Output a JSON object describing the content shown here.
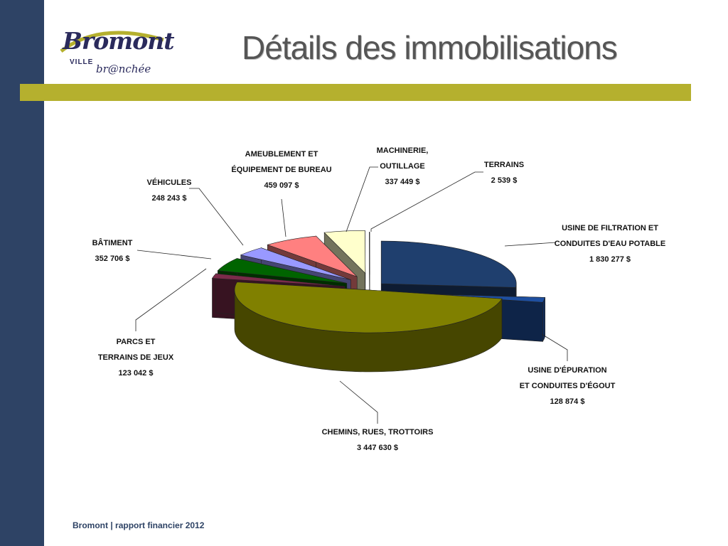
{
  "page": {
    "title": "Détails des immobilisations",
    "footer": "Bromont | rapport financier 2012"
  },
  "logo": {
    "script": "Bromont",
    "ville": "VILLE",
    "tagline": "br@nchée"
  },
  "colors": {
    "sidebar": "#2e4365",
    "accent_bar": "#b5b02e"
  },
  "chart_data": {
    "type": "pie",
    "title": "",
    "slices": [
      {
        "label_lines": [
          "USINE DE FILTRATION ET",
          "CONDUITES D'EAU POTABLE",
          "1  830 277 $"
        ],
        "value": 1830277,
        "color": "#1f3f6e"
      },
      {
        "label_lines": [
          "USINE D'ÉPURATION",
          "ET CONDUITES D'ÉGOUT",
          "128 874 $"
        ],
        "value": 128874,
        "color": "#1e4fa0"
      },
      {
        "label_lines": [
          "CHEMINS, RUES, TROTTOIRS",
          "3 447 630 $"
        ],
        "value": 3447630,
        "color": "#808000"
      },
      {
        "label_lines": [
          "PARCS ET",
          "TERRAINS DE JEUX",
          "123 042 $"
        ],
        "value": 123042,
        "color": "#7b2b4a"
      },
      {
        "label_lines": [
          "BÂTIMENT",
          "352 706 $"
        ],
        "value": 352706,
        "color": "#006400"
      },
      {
        "label_lines": [
          "VÉHICULES",
          "248 243 $"
        ],
        "value": 248243,
        "color": "#9999ff"
      },
      {
        "label_lines": [
          "AMEUBLEMENT ET",
          "ÉQUIPEMENT DE BUREAU",
          "459 097 $"
        ],
        "value": 459097,
        "color": "#ff8080"
      },
      {
        "label_lines": [
          "MACHINERIE,",
          "OUTILLAGE",
          "337 449 $"
        ],
        "value": 337449,
        "color": "#ffffcc"
      },
      {
        "label_lines": [
          "TERRAINS",
          "2 539 $"
        ],
        "value": 2539,
        "color": "#8b0000"
      }
    ]
  }
}
